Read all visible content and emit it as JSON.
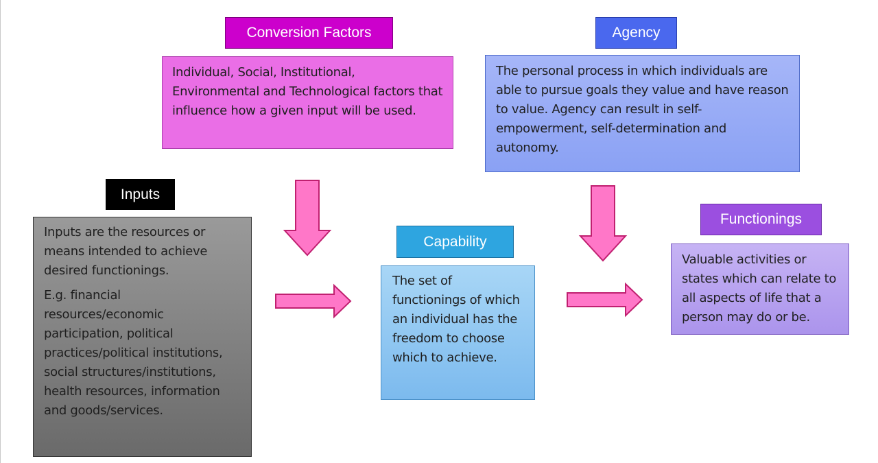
{
  "colors": {
    "conversion_label": "#cc00cc",
    "conversion_box": "#ea6ee6",
    "agency_label": "#4a68ee",
    "agency_box": "#8ea6f6",
    "inputs_label": "#000000",
    "inputs_box": "#7a7a7a",
    "capability_label": "#2ea5e0",
    "capability_box": "#8fc7f2",
    "functionings_label": "#9b4fe0",
    "functionings_box": "#b9a3f0",
    "arrow_fill": "#ff77c8",
    "arrow_stroke": "#c02070"
  },
  "conversion": {
    "label": "Conversion Factors",
    "text": "Individual, Social, Institutional, Environmental and Technological factors that influence how a given input will be used."
  },
  "agency": {
    "label": "Agency",
    "text": "The personal process in which individuals are able to pursue goals they value and have reason to value. Agency can result in self-empowerment, self-determination and autonomy."
  },
  "inputs": {
    "label": "Inputs",
    "text1": "Inputs are the resources or means intended to achieve desired functionings.",
    "text2": "E.g. financial resources/economic participation, political practices/political institutions, social structures/institutions, health resources, information and goods/services."
  },
  "capability": {
    "label": "Capability",
    "text": "The set of functionings of which an individual has the freedom to choose which to achieve."
  },
  "functionings": {
    "label": "Functionings",
    "text": "Valuable activities or states which can relate to all aspects of life that a person may do or be."
  }
}
